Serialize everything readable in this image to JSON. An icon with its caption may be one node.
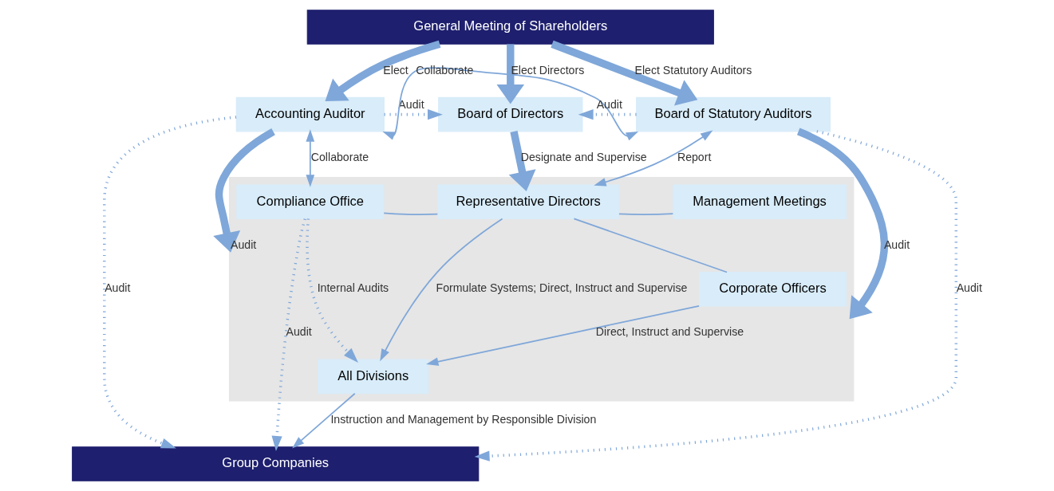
{
  "diagram": {
    "nodes": [
      {
        "text": [
          "General Meeting of Shareholders"
        ]
      },
      {
        "text": [
          "Accounting Auditor"
        ]
      },
      {
        "text": [
          "Board of Directors"
        ]
      },
      {
        "text": [
          "Board of Statutory Auditors"
        ]
      },
      {
        "text": [],
        "shape": "box"
      },
      {
        "text": [
          "Compliance Office"
        ],
        "in": 4
      },
      {
        "text": [
          "Representative Directors"
        ],
        "in": 4
      },
      {
        "text": [
          "Management Meetings"
        ],
        "in": 4
      },
      {
        "text": [
          "Corporate Officers"
        ],
        "in": 4
      },
      {
        "text": [
          "All Divisions"
        ],
        "in": 4
      },
      {
        "text": [
          "Group Companies"
        ]
      }
    ],
    "edges": [
      {
        "from": 0,
        "to": 1,
        "arrow": "to",
        "label": "Elect",
        "style": "thick"
      },
      {
        "from": 0,
        "to": 2,
        "arrow": "to",
        "label": "Elect Directors",
        "style": "thick"
      },
      {
        "from": 0,
        "to": 3,
        "arrow": "to",
        "label": "Elect Statutory Auditors",
        "style": "thick"
      },
      {
        "from": 1,
        "to": 2,
        "arrow": "to",
        "label": "Audit",
        "style": "dashed"
      },
      {
        "from": 3,
        "to": 2,
        "arrow": "to",
        "label": "Audit",
        "style": "dashed"
      },
      {
        "from": 1,
        "to": 10,
        "arrow": "to",
        "label": "Audit",
        "style": "dashed"
      },
      {
        "from": 1,
        "to": 4,
        "arrow": "to",
        "label": "Audit",
        "style": "thick"
      },
      {
        "from": 3,
        "to": 4,
        "arrow": "to",
        "label": "Audit",
        "style": "thick"
      },
      {
        "from": 1,
        "to": 3,
        "arrow": "both",
        "label": "Collaborate"
      },
      {
        "from": 5,
        "to": 1,
        "arrow": "both",
        "label": "Collaborate"
      },
      {
        "from": 2,
        "to": 6,
        "arrow": "to",
        "label": "Designate and Supervise",
        "style": "thick"
      },
      {
        "from": 6,
        "to": 3,
        "arrow": "both",
        "label": "Report"
      },
      {
        "from": 5,
        "to": 10,
        "arrow": "to",
        "label": "Audit",
        "style": "dashed"
      },
      {
        "from": 5,
        "to": 6,
        "arrow": "none"
      },
      {
        "from": 6,
        "to": 7,
        "arrow": "none"
      },
      {
        "from": 6,
        "to": 8,
        "arrow": "none"
      },
      {
        "from": 5,
        "to": 9,
        "arrow": "to",
        "label": "Internal Audits",
        "style": "dashed"
      },
      {
        "from": 6,
        "to": 9,
        "arrow": "to",
        "label": "Formulate Systems; Direct, Instruct and Supervise"
      },
      {
        "from": 8,
        "to": 9,
        "arrow": "to",
        "label": "Direct, Instruct and Supervise"
      },
      {
        "from": 3,
        "to": 10,
        "arrow": "to",
        "label": "Audit",
        "style": "dashed"
      },
      {
        "from": 9,
        "to": 10,
        "arrow": "to",
        "label": "Instruction and Management by Responsible Division"
      }
    ]
  }
}
